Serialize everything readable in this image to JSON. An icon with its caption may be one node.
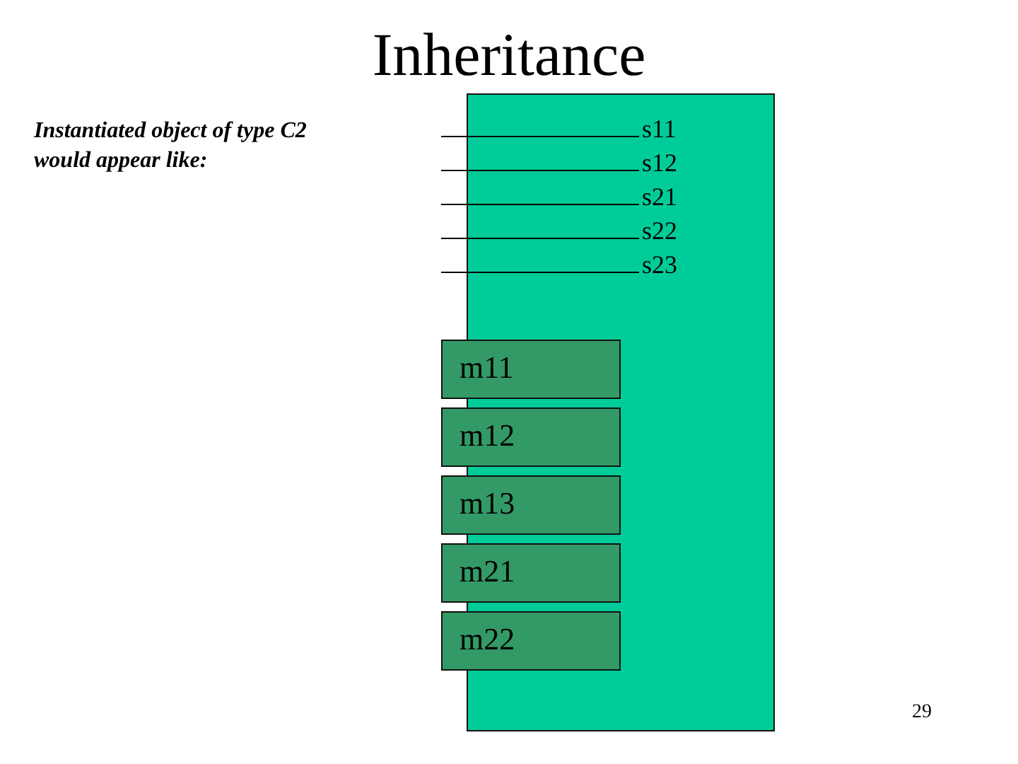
{
  "diagram": {
    "title": "Inheritance",
    "nodes": [
      {
        "text": [],
        "shape": "box"
      },
      {
        "text": [
          "s11"
        ],
        "in": 0
      },
      {
        "text": [
          "s12"
        ],
        "in": 0
      },
      {
        "text": [
          "s21"
        ],
        "in": 0
      },
      {
        "text": [
          "s22"
        ],
        "in": 0
      },
      {
        "text": [
          "s23"
        ],
        "in": 0
      },
      {
        "text": [
          "m11"
        ]
      },
      {
        "text": [
          "m12"
        ]
      },
      {
        "text": [
          "m13"
        ]
      },
      {
        "text": [
          "m21"
        ]
      },
      {
        "text": [
          "m22"
        ]
      }
    ],
    "edges": [
      {
        "from": 1,
        "to": null,
        "arrow": "none"
      },
      {
        "from": 2,
        "to": null,
        "arrow": "none"
      },
      {
        "from": 3,
        "to": null,
        "arrow": "none"
      },
      {
        "from": 4,
        "to": null,
        "arrow": "none"
      },
      {
        "from": 5,
        "to": null,
        "arrow": "none"
      }
    ],
    "labels": [
      "Instantiated object of type C2 would appear like:",
      "29"
    ]
  }
}
